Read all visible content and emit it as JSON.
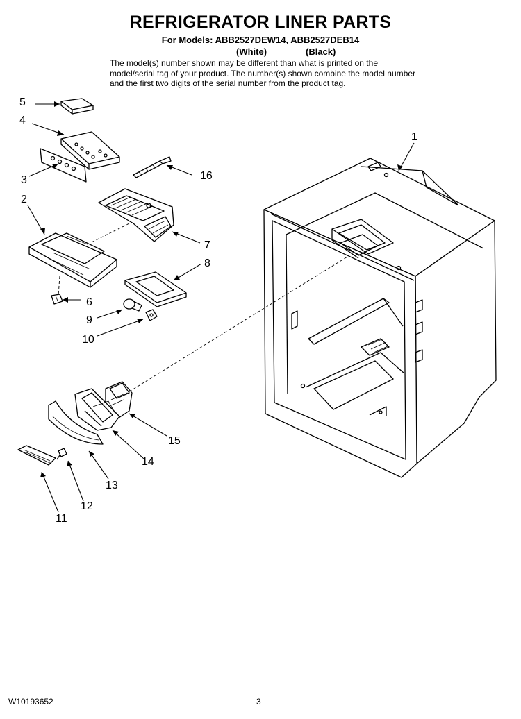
{
  "header": {
    "title": "REFRIGERATOR LINER PARTS",
    "models_line": "For Models: ABB2527DEW14, ABB2527DEB14",
    "variant_white": "(White)",
    "variant_black": "(Black)",
    "note": "The model(s) number shown may be different than what is printed on the model/serial tag of your product. The number(s) shown combine the model number and the first two digits of the serial number from the product tag."
  },
  "diagram": {
    "callouts": [
      "1",
      "2",
      "3",
      "4",
      "5",
      "6",
      "7",
      "8",
      "9",
      "10",
      "11",
      "12",
      "13",
      "14",
      "15",
      "16"
    ]
  },
  "footer": {
    "doc_number": "W10193652",
    "page_number": "3"
  }
}
